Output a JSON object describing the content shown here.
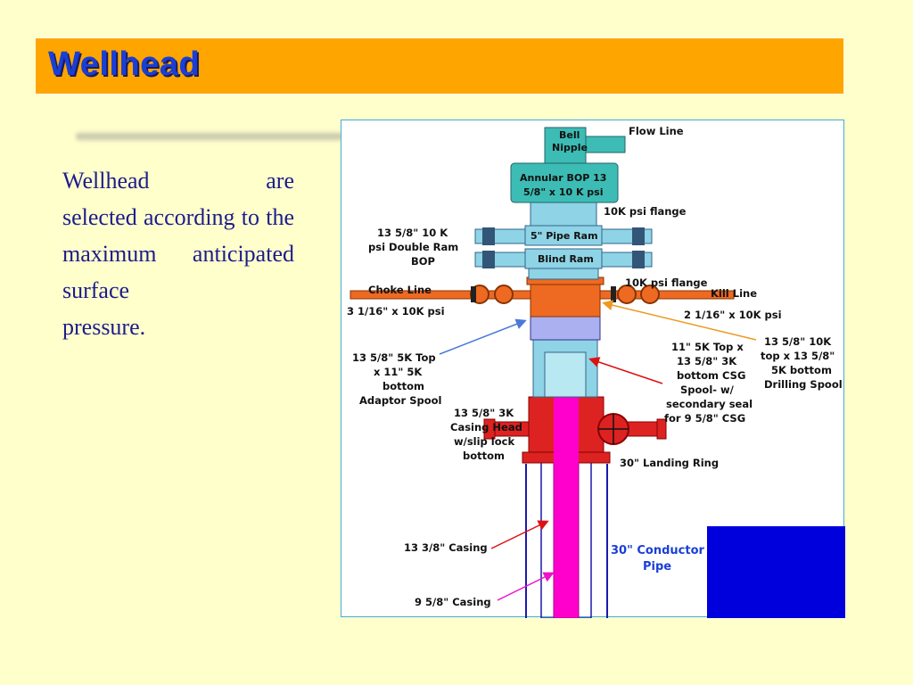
{
  "slide": {
    "title": "Wellhead",
    "body_line1_left": "Wellhead",
    "body_line1_right": "are",
    "body_rest": "selected according to the maximum anticipated surface",
    "body_tail": "pressure."
  },
  "colors": {
    "background": "#ffffcc",
    "title_bar": "#ffa500",
    "title_text": "#1a3fd6",
    "body_text": "#1c1c8c",
    "bop_light_blue": "#8ed3e6",
    "conductor_blue": "#0000dd",
    "casing_magenta": "#ff00cc",
    "spool_orange": "#ee6a22",
    "casing_head_red": "#dd2222"
  },
  "diagram": {
    "bell_nipple": [
      "Bell",
      "Nipple"
    ],
    "flow_line": "Flow Line",
    "annular_bop": [
      "Annular BOP  13",
      "5/8\" x 10 K psi"
    ],
    "flange_10k_1": "10K psi flange",
    "double_ram": [
      "13 5/8\" 10 K",
      "psi Double Ram",
      "BOP"
    ],
    "pipe_ram": "5\" Pipe Ram",
    "blind_ram": "Blind Ram",
    "flange_10k_2": "10K psi flange",
    "choke_line": "Choke Line",
    "choke_size": "3 1/16\" x 10K psi",
    "kill_line": "Kill Line",
    "kill_size": "2 1/16\" x 10K psi",
    "drilling_spool": [
      "13 5/8\" 10K",
      "top x 13 5/8\"",
      "5K bottom",
      "Drilling Spool"
    ],
    "adaptor_spool": [
      "13 5/8\" 5K Top",
      "x 11\" 5K",
      "bottom",
      "Adaptor Spool"
    ],
    "csg_spool": [
      "11\" 5K Top x",
      "13 5/8\" 3K",
      "bottom CSG",
      "Spool- w/",
      "secondary seal",
      "for 9 5/8\" CSG"
    ],
    "casing_head": [
      "13 5/8\" 3K",
      "Casing Head",
      "w/slip lock",
      "bottom"
    ],
    "landing_ring": "30\" Landing Ring",
    "casing_13": "13 3/8\" Casing",
    "conductor": [
      "30\" Conductor",
      "Pipe"
    ],
    "casing_9": "9 5/8\" Casing"
  }
}
